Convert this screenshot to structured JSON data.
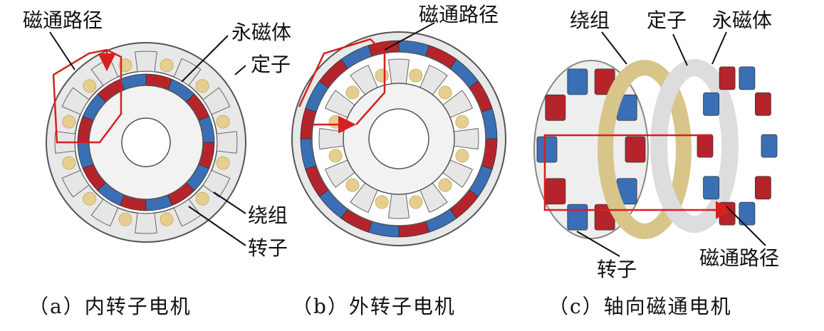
{
  "colors": {
    "stator": "#e6e6e6",
    "stator_edge": "#555555",
    "magnet_red": "#b5242b",
    "magnet_blue": "#3a6fb5",
    "winding": "#e6cf8e",
    "flux_path": "#d81f1f",
    "rotor": "#f0f0f0"
  },
  "panels": {
    "a": {
      "caption": "（a）内转子电机",
      "labels": {
        "flux_path": "磁通路径",
        "magnet": "永磁体",
        "stator": "定子",
        "winding": "绕组",
        "rotor": "转子"
      }
    },
    "b": {
      "caption": "（b）外转子电机",
      "labels": {
        "flux_path": "磁通路径"
      }
    },
    "c": {
      "caption": "（c）轴向磁通电机",
      "labels": {
        "winding": "绕组",
        "stator": "定子",
        "magnet": "永磁体",
        "rotor": "转子",
        "flux_path": "磁通路径"
      }
    }
  }
}
